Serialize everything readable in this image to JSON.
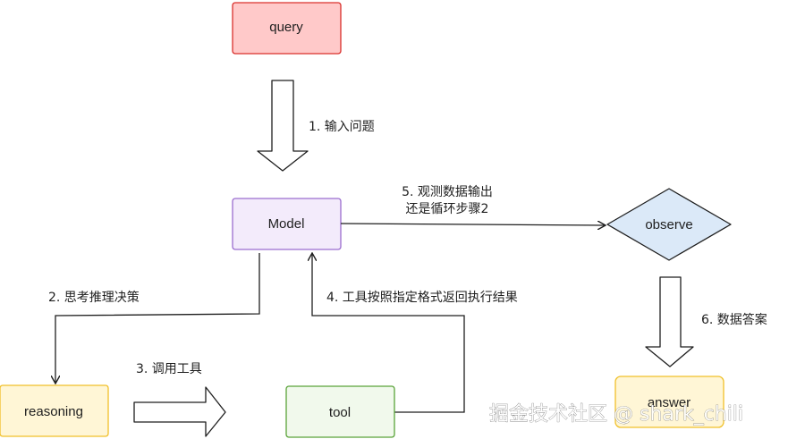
{
  "nodes": {
    "query": {
      "label": "query",
      "fill": "#ffc9c9",
      "stroke": "#d9302c"
    },
    "model": {
      "label": "Model",
      "fill": "#f3ebfb",
      "stroke": "#9b6dcf"
    },
    "observe": {
      "label": "observe",
      "fill": "#dbe9f8",
      "stroke": "#1e1e1e"
    },
    "reasoning": {
      "label": "reasoning",
      "fill": "#fff6d6",
      "stroke": "#f0c02a"
    },
    "tool": {
      "label": "tool",
      "fill": "#f1f9ec",
      "stroke": "#5aa339"
    },
    "answer": {
      "label": "answer",
      "fill": "#fff6d6",
      "stroke": "#f0c02a"
    }
  },
  "edges": {
    "step1": "1. 输入问题",
    "step2": "2. 思考推理决策",
    "step3": "3. 调用工具",
    "step4": "4. 工具按照指定格式返回执行结果",
    "step5_line1": "5. 观测数据输出",
    "step5_line2": "还是循环步骤2",
    "step6": "6. 数据答案"
  },
  "watermark": "掘金技术社区 @ shark_chili",
  "colors": {
    "stroke": "#1e1e1e",
    "arrow_fill": "#ffffff"
  }
}
